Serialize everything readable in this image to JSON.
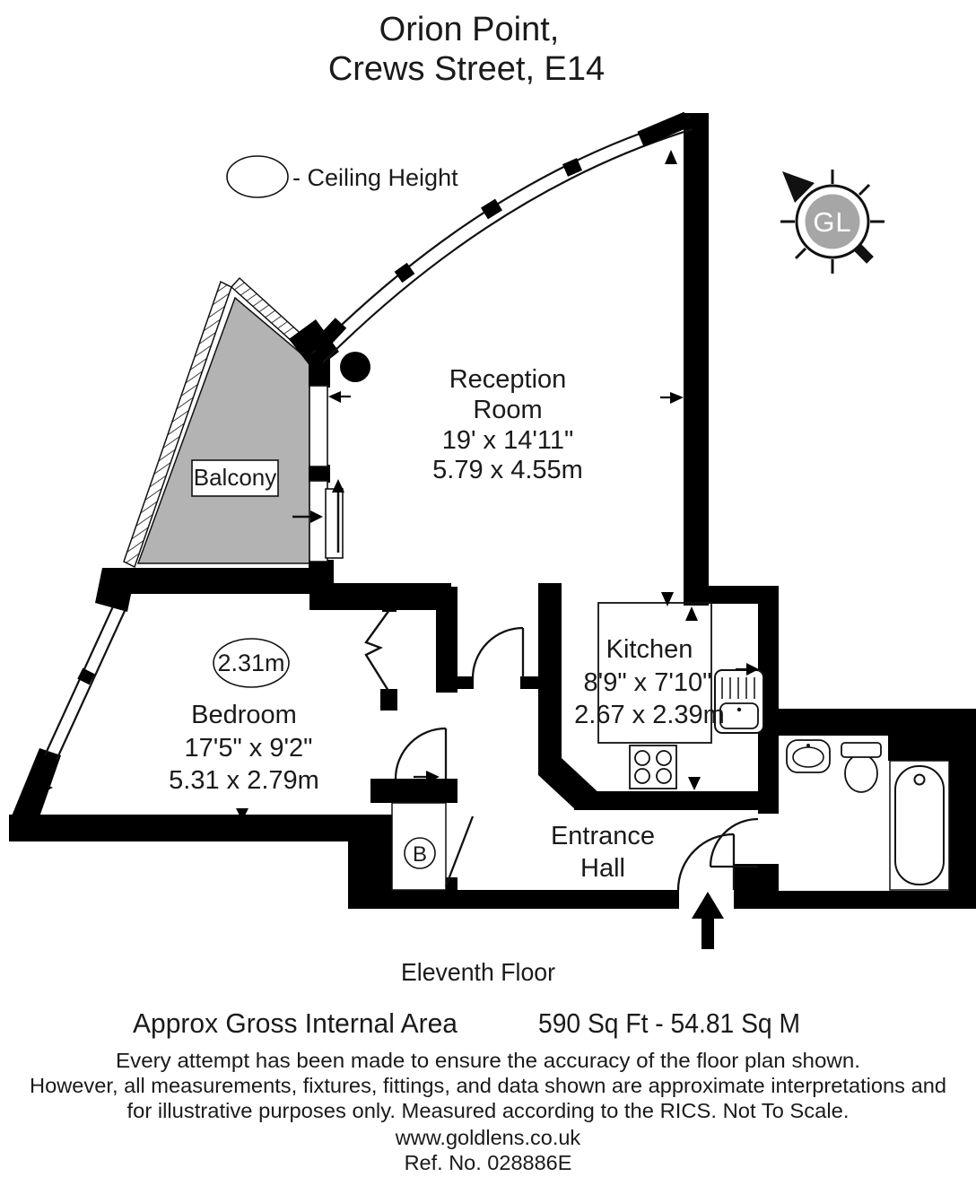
{
  "header": {
    "title_line1": "Orion Point,",
    "title_line2": "Crews Street, E14"
  },
  "legend": {
    "label": "- Ceiling Height"
  },
  "compass": {
    "label": "GL"
  },
  "rooms": {
    "reception": {
      "name1": "Reception",
      "name2": "Room",
      "imperial": "19' x 14'11\"",
      "metric": "5.79 x 4.55m"
    },
    "kitchen": {
      "name": "Kitchen",
      "imperial": "8'9\" x 7'10\"",
      "metric": "2.67 x 2.39m"
    },
    "bedroom": {
      "name": "Bedroom",
      "imperial": "17'5\" x 9'2\"",
      "metric": "5.31 x 2.79m",
      "ceiling_height": "2.31m"
    },
    "balcony": {
      "name": "Balcony"
    },
    "entrance_hall": {
      "name1": "Entrance",
      "name2": "Hall"
    },
    "closet": {
      "label": "B"
    }
  },
  "footer": {
    "floor": "Eleventh Floor",
    "area_label": "Approx Gross Internal Area",
    "area_value": "590 Sq Ft  -  54.81 Sq M",
    "disclaimer1": "Every attempt has been made to ensure the accuracy of the floor plan shown.",
    "disclaimer2": "However, all measurements, fixtures, fittings, and data shown are approximate interpretations and",
    "disclaimer3": "for illustrative purposes only. Measured according to the RICS. Not To Scale.",
    "website": "www.goldlens.co.uk",
    "reference": "Ref. No. 028886E"
  },
  "colors": {
    "wall": "#000000",
    "balcony_fill": "#b3b3b3",
    "compass_fill": "#a6a6a6",
    "text": "#1a1a1a"
  }
}
